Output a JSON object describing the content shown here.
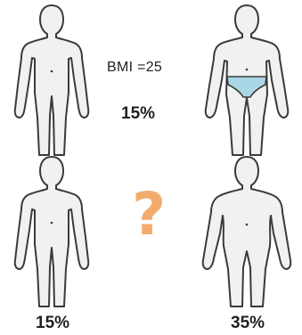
{
  "annotations": {
    "bmi_text": "BMI =25",
    "top_percent": "15%",
    "bottom_left_percent": "15%",
    "bottom_right_percent": "35%",
    "question_mark": "?"
  },
  "colors": {
    "outline": "#3a3a3a",
    "body_fill": "#f1f1f1",
    "underwear": "#a9d7e6",
    "question_mark": "#f3ab6c"
  }
}
